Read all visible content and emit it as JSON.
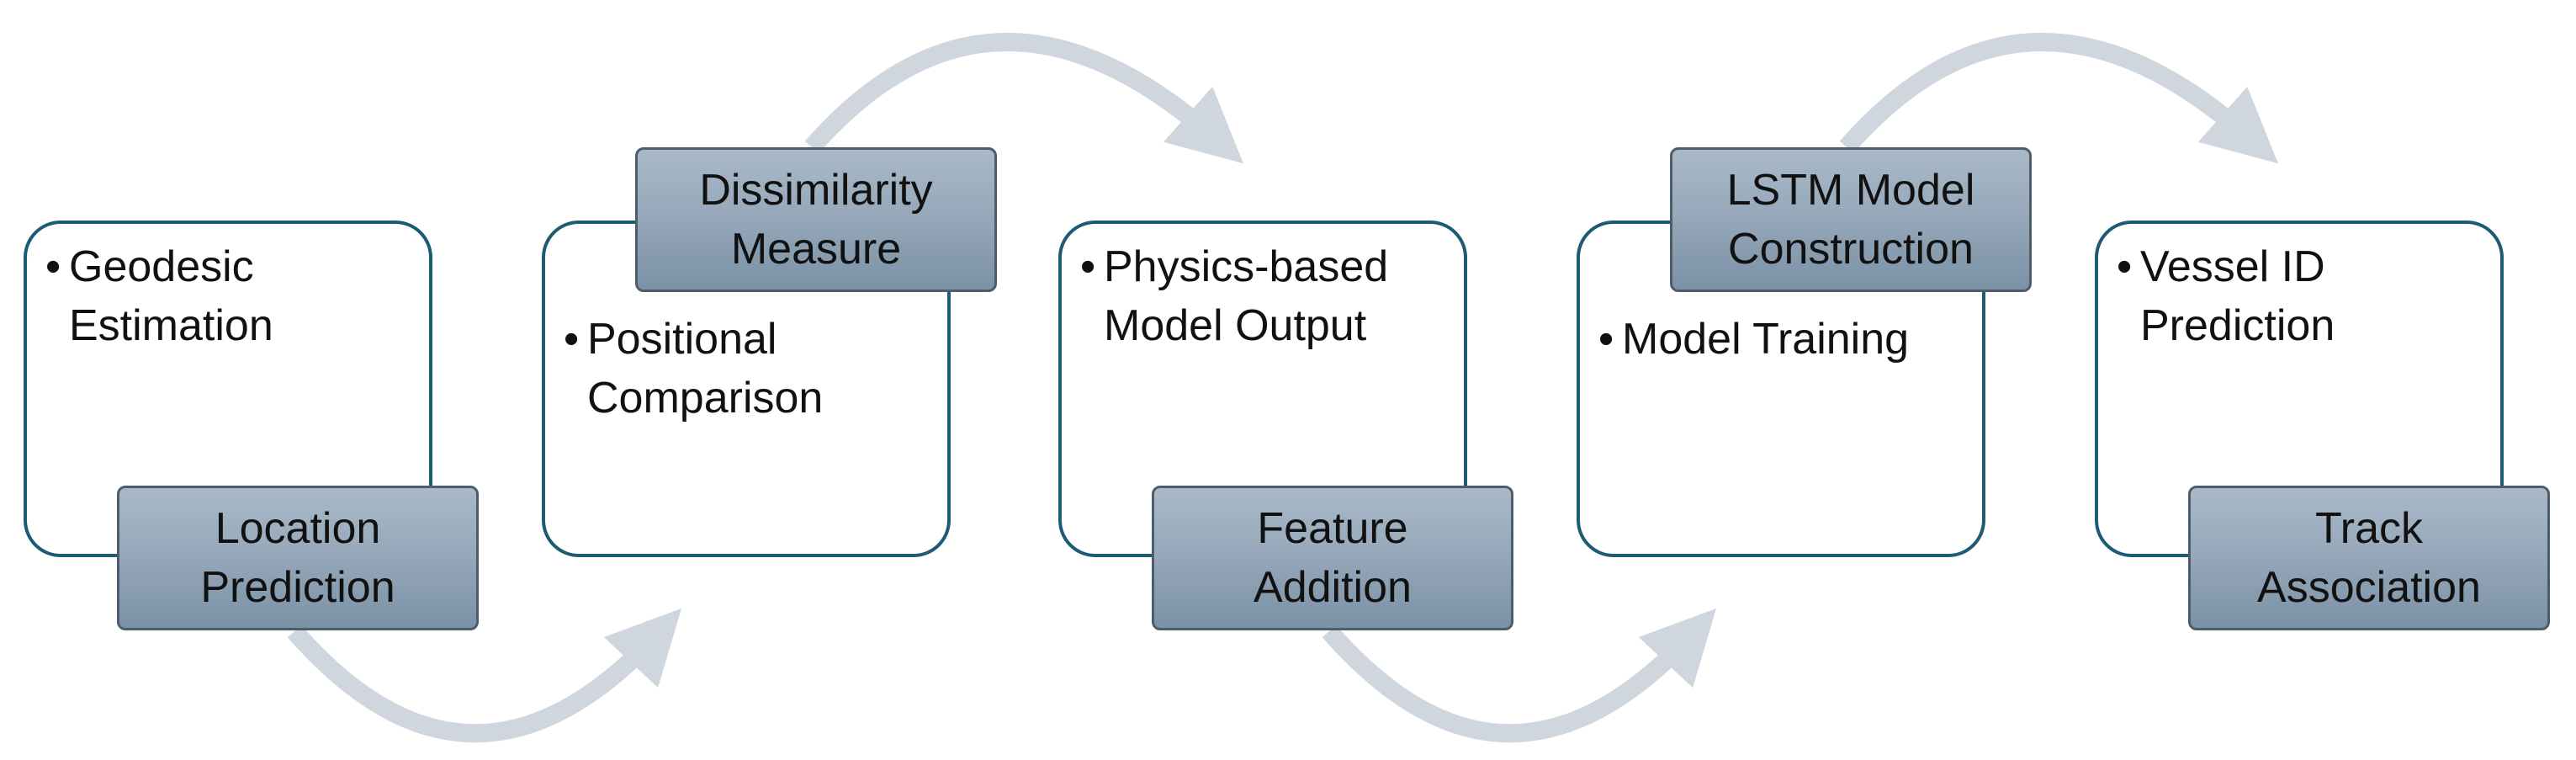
{
  "colors": {
    "box_border": "#1c5b74",
    "label_fill": "#95a7b9",
    "label_border": "#4e5d6c",
    "arrow": "#cfd6de"
  },
  "steps": [
    {
      "label": [
        "Location",
        "Prediction"
      ],
      "bullet": [
        "Geodesic",
        "Estimation"
      ]
    },
    {
      "label": [
        "Dissimilarity",
        "Measure"
      ],
      "bullet": [
        "Positional",
        "Comparison"
      ]
    },
    {
      "label": [
        "Feature",
        "Addition"
      ],
      "bullet": [
        "Physics-based",
        "Model Output"
      ]
    },
    {
      "label": [
        "LSTM Model",
        "Construction"
      ],
      "bullet": [
        "Model Training",
        ""
      ]
    },
    {
      "label": [
        "Track",
        "Association"
      ],
      "bullet": [
        "Vessel ID",
        "Prediction"
      ]
    }
  ]
}
